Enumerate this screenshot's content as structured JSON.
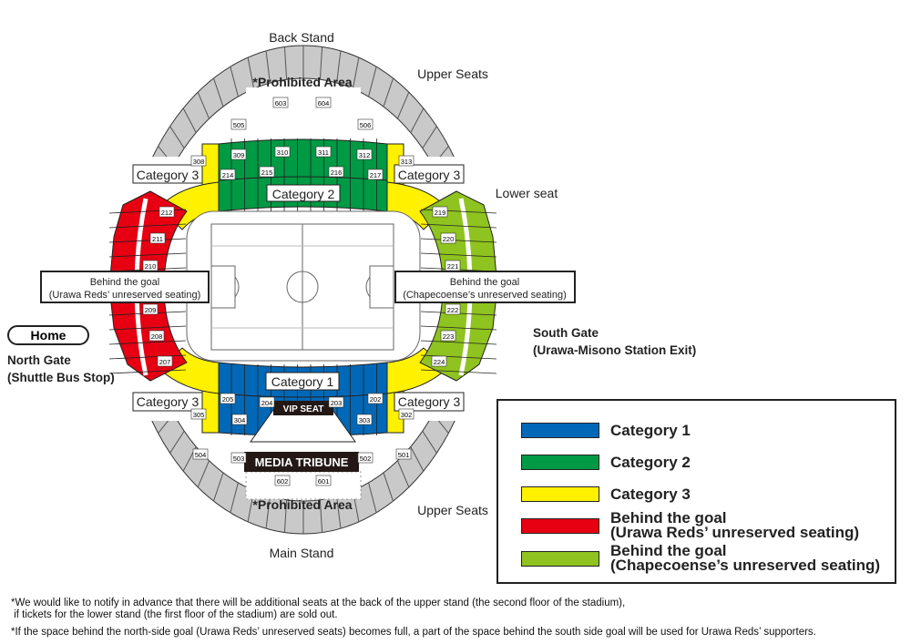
{
  "colors": {
    "category1": "#0068b7",
    "category2": "#009944",
    "category3": "#fff100",
    "home_goal": "#e60012",
    "away_goal": "#8fc31f",
    "upper": "#c9c9c9"
  },
  "stands": {
    "back": "Back Stand",
    "main": "Main Stand",
    "upper_top": "Upper Seats",
    "upper_bottom": "Upper Seats",
    "lower": "Lower seat",
    "prohibited_top": "*Prohibited Area",
    "prohibited_bottom": "*Prohibited Area"
  },
  "map_labels": {
    "cat3_tl": "Category 3",
    "cat3_tr": "Category 3",
    "cat3_bl": "Category 3",
    "cat3_br": "Category 3",
    "cat2": "Category 2",
    "cat1": "Category 1",
    "vip": "VIP SEAT",
    "media": "MEDIA TRIBUNE",
    "north_goal_1": "Behind the goal",
    "north_goal_2": "(Urawa Reds’ unreserved seating)",
    "south_goal_1": "Behind the goal",
    "south_goal_2": "(Chapecoense’s unreserved seating)"
  },
  "gates": {
    "home": "Home",
    "north_1": "North Gate",
    "north_2": "(Shuttle Bus Stop)",
    "south_1": "South Gate",
    "south_2": "(Urawa-Misono Station Exit)"
  },
  "sections": [
    "603",
    "604",
    "505",
    "506",
    "308",
    "309",
    "310",
    "311",
    "312",
    "313",
    "214",
    "215",
    "216",
    "217",
    "212",
    "211",
    "210",
    "209",
    "208",
    "207",
    "219",
    "220",
    "221",
    "222",
    "223",
    "224",
    "205",
    "204",
    "203",
    "202",
    "304",
    "303",
    "305",
    "302",
    "504",
    "503",
    "502",
    "501",
    "602",
    "601"
  ],
  "legend": [
    {
      "label": "Category 1"
    },
    {
      "label": "Category 2"
    },
    {
      "label": "Category 3"
    },
    {
      "label": "Behind the goal",
      "sub": "(Urawa Reds’ unreserved seating)"
    },
    {
      "label": "Behind the goal",
      "sub": "(Chapecoense’s unreserved seating)"
    }
  ],
  "notes": [
    "*We would like to notify in advance that there will be additional seats at the back of the upper stand (the second floor of the stadium),",
    " if tickets for the lower stand (the first floor of the stadium) are sold out.",
    "*If the space behind the north-side goal (Urawa Reds’ unreserved seats) becomes full, a part of the space behind the south side goal will be used for Urawa Reds’ supporters."
  ]
}
